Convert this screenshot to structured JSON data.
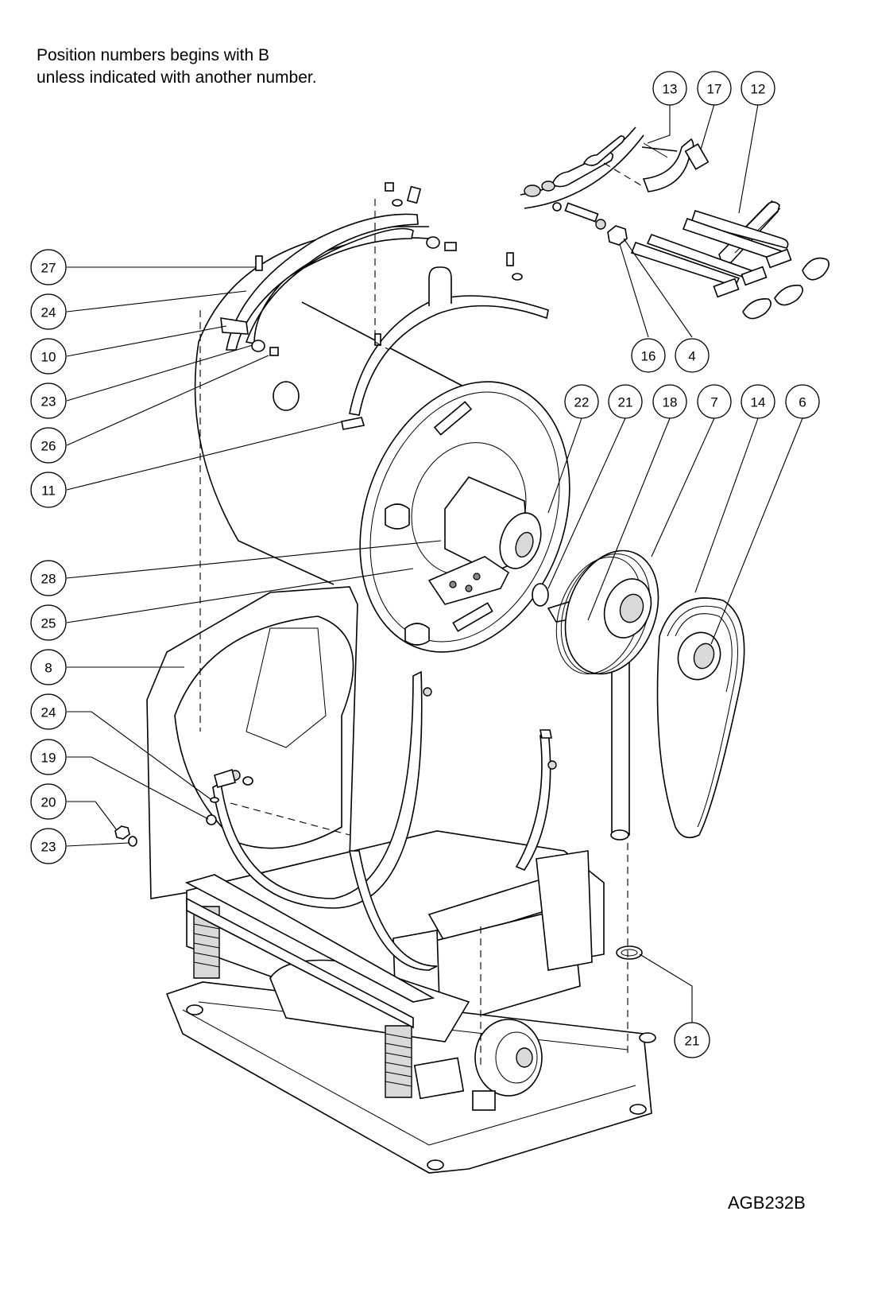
{
  "note": {
    "line1": "Position numbers begins with B",
    "line2": "unless indicated with another number."
  },
  "drawing_code": "AGB232B",
  "callouts": [
    {
      "id": "c13",
      "label": "13"
    },
    {
      "id": "c17",
      "label": "17"
    },
    {
      "id": "c12",
      "label": "12"
    },
    {
      "id": "c27",
      "label": "27"
    },
    {
      "id": "c24a",
      "label": "24"
    },
    {
      "id": "c10",
      "label": "10"
    },
    {
      "id": "c23a",
      "label": "23"
    },
    {
      "id": "c26",
      "label": "26"
    },
    {
      "id": "c11",
      "label": "11"
    },
    {
      "id": "c16",
      "label": "16"
    },
    {
      "id": "c4",
      "label": "4"
    },
    {
      "id": "c22",
      "label": "22"
    },
    {
      "id": "c21a",
      "label": "21"
    },
    {
      "id": "c18",
      "label": "18"
    },
    {
      "id": "c7",
      "label": "7"
    },
    {
      "id": "c14",
      "label": "14"
    },
    {
      "id": "c6",
      "label": "6"
    },
    {
      "id": "c28",
      "label": "28"
    },
    {
      "id": "c25",
      "label": "25"
    },
    {
      "id": "c8",
      "label": "8"
    },
    {
      "id": "c24b",
      "label": "24"
    },
    {
      "id": "c19",
      "label": "19"
    },
    {
      "id": "c20",
      "label": "20"
    },
    {
      "id": "c23b",
      "label": "23"
    },
    {
      "id": "c21b",
      "label": "21"
    }
  ]
}
